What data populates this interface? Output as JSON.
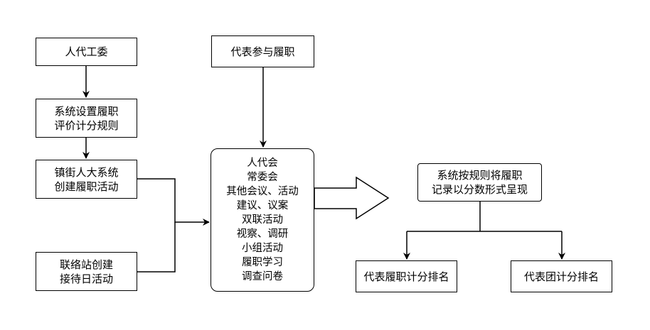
{
  "nodes": {
    "rendai_gongwei": "人代工委",
    "xitong_shezhi": [
      "系统设置履职",
      "评价计分规则"
    ],
    "zhenjie_renda": [
      "镇街人大系统",
      "创建履职活动"
    ],
    "lianluozhan": [
      "联络站创建",
      "接待日活动"
    ],
    "daibiao_canyu": "代表参与履职",
    "activities": [
      "人代会",
      "常委会",
      "其他会议、活动",
      "建议、议案",
      "双联活动",
      "视察、调研",
      "小组活动",
      "履职学习",
      "调查问卷"
    ],
    "xitong_anguize": [
      "系统按规则将履职",
      "记录以分数形式呈现"
    ],
    "daibiao_lvzhi_paiming": "代表履职计分排名",
    "daibiaotuan_paiming": "代表团计分排名"
  }
}
